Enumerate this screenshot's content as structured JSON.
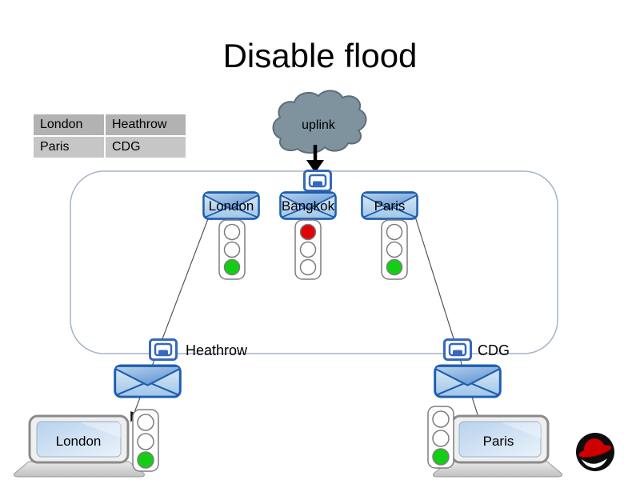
{
  "title": "Disable flood",
  "mapping_table": {
    "rows": [
      {
        "city": "London",
        "port": "Heathrow"
      },
      {
        "city": "Paris",
        "port": "CDG"
      }
    ]
  },
  "cloud": {
    "label": "uplink"
  },
  "switch_ports": [
    {
      "label": "London"
    },
    {
      "label": "Bangkok"
    },
    {
      "label": "Paris"
    }
  ],
  "edge_ports": [
    {
      "label": "Heathrow"
    },
    {
      "label": "CDG"
    }
  ],
  "hosts": [
    {
      "label": "London"
    },
    {
      "label": "Paris"
    }
  ],
  "lights": {
    "switch_london": [
      "#ffffff",
      "#ffffff",
      "#12cf12"
    ],
    "switch_bangkok": [
      "#e00505",
      "#ffffff",
      "#ffffff"
    ],
    "switch_paris": [
      "#ffffff",
      "#ffffff",
      "#12cf12"
    ],
    "host_london": [
      "#ffffff",
      "#ffffff",
      "#12cf12"
    ],
    "host_paris": [
      "#ffffff",
      "#ffffff",
      "#12cf12"
    ]
  },
  "colors": {
    "status_green": "#12cf12",
    "status_red": "#e00505",
    "envelope_blue": "#1e5fae",
    "port_blue": "#3568be",
    "cloud_gray": "#7e939e",
    "table_row1_bg": "#b2b2b2",
    "table_row2_bg": "#c6c6c6"
  },
  "logo": {
    "name": "redhat-shadowman"
  }
}
